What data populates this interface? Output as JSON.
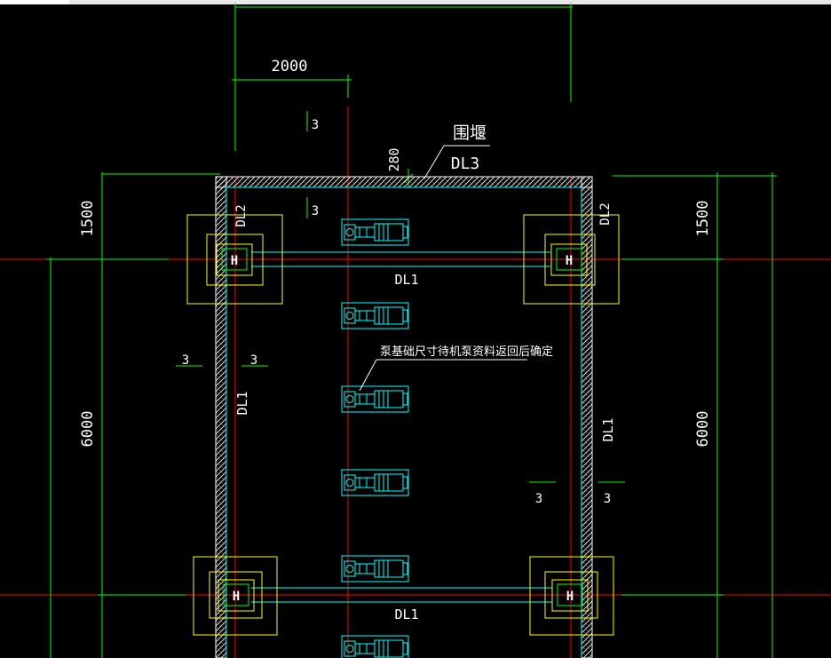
{
  "colors": {
    "background": "#000000",
    "dimension": "#00ff00",
    "axis": "#ff0000",
    "wall": "#ffffff",
    "beam": "#00ffff",
    "column_footing": "#ffff00",
    "text": "#ffffff"
  },
  "dimensions": {
    "top_width": "2000",
    "wall_thickness": "280",
    "left_top": "1500",
    "left_span": "6000",
    "right_top": "1500",
    "right_span": "6000"
  },
  "labels": {
    "wall_name": "围堰",
    "wall_beam": "DL3",
    "beam_top": "DL1",
    "beam_bottom": "DL1",
    "beam_left": "DL1",
    "beam_right": "DL1",
    "beam_corner_left": "DL2",
    "beam_corner_right": "DL2",
    "pump_note": "泵基础尺寸待机泵资料返回后确定",
    "section_mark": "3",
    "column_mark": "H"
  },
  "icons": {
    "pump": "pump-icon",
    "column": "column-icon"
  }
}
